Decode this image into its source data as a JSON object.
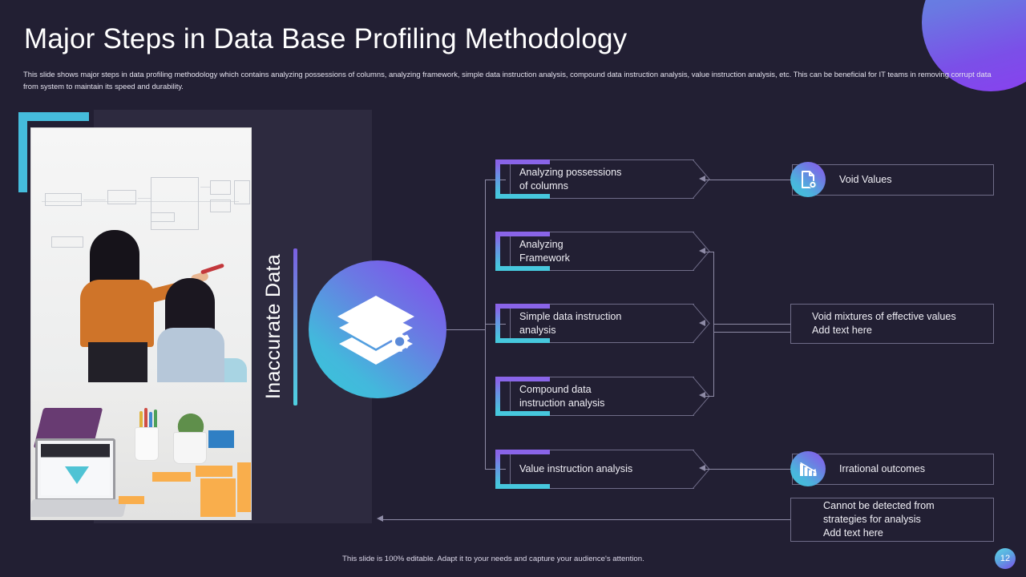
{
  "header": {
    "title": "Major Steps in Data Base Profiling Methodology",
    "subtitle": "This slide shows major steps in data profiling methodology which contains analyzing possessions of columns, analyzing framework, simple data instruction analysis, compound data instruction analysis, value instruction analysis, etc.  This can be beneficial for IT teams in removing corrupt data from system to maintain its speed and durability."
  },
  "hub": {
    "label": "Inaccurate Data",
    "icon": "layers-gear-icon"
  },
  "steps": [
    {
      "label": "Analyzing possessions\nof columns"
    },
    {
      "label": "Analyzing\nFramework"
    },
    {
      "label": "Simple data instruction\nanalysis"
    },
    {
      "label": "Compound data\ninstruction analysis"
    },
    {
      "label": "Value instruction analysis"
    }
  ],
  "results": [
    {
      "label": "Void Values",
      "icon": "document-icon",
      "has_icon": true
    },
    {
      "label": "Void mixtures of effective values\nAdd text here",
      "has_icon": false
    },
    {
      "label": "Irrational outcomes",
      "icon": "bar-chart-down-icon",
      "has_icon": true
    },
    {
      "label": "Cannot be detected from\nstrategies for analysis\nAdd text here",
      "has_icon": false
    }
  ],
  "footer": {
    "note": "This slide is 100% editable.  Adapt it to your needs and capture your audience's attention.",
    "page": "12"
  },
  "colors": {
    "background": "#221f33",
    "panel": "#2d2a3f",
    "accent_cyan": "#45bcdc",
    "accent_purple": "#8348ee",
    "connector": "#8e8ba6",
    "text": "#ffffff"
  }
}
